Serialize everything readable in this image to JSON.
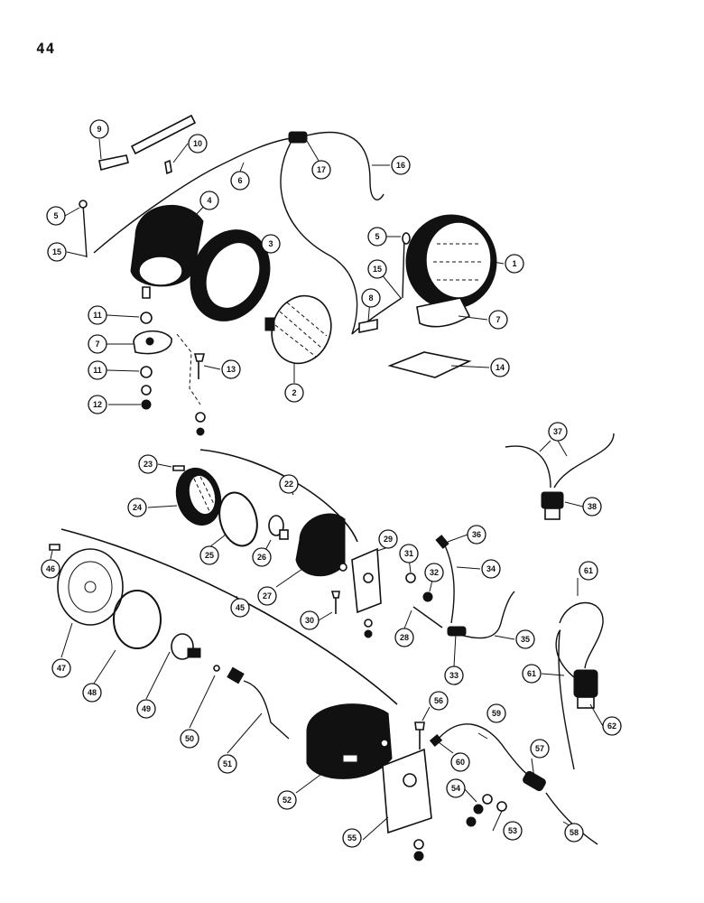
{
  "page_number": "44",
  "callouts": [
    "1",
    "2",
    "3",
    "4",
    "5",
    "5",
    "6",
    "7",
    "7",
    "8",
    "9",
    "10",
    "11",
    "11",
    "12",
    "13",
    "14",
    "15",
    "15",
    "16",
    "17",
    "22",
    "23",
    "24",
    "25",
    "26",
    "27",
    "28",
    "29",
    "30",
    "31",
    "32",
    "33",
    "34",
    "35",
    "36",
    "37",
    "38",
    "45",
    "46",
    "47",
    "48",
    "49",
    "50",
    "51",
    "52",
    "53",
    "54",
    "55",
    "56",
    "57",
    "58",
    "59",
    "60",
    "61",
    "61",
    "62"
  ]
}
